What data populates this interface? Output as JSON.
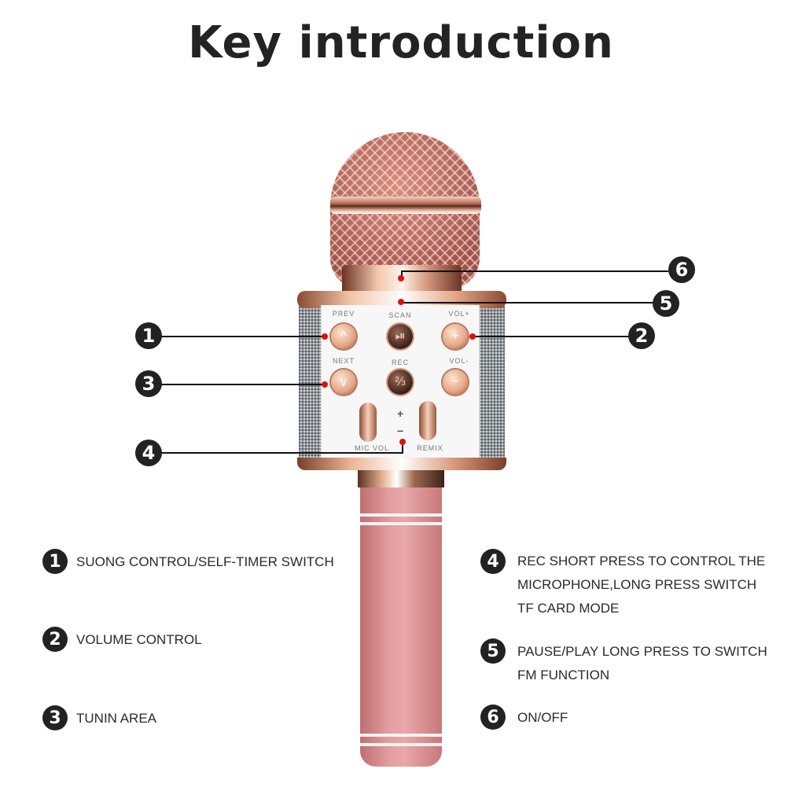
{
  "title": "Key introduction",
  "device": {
    "panel_labels": {
      "prev": "PREV",
      "scan": "SCAN",
      "vol_plus": "VOL+",
      "next": "NEXT",
      "rec": "REC",
      "vol_minus": "VOL-",
      "mic_vol": "MIC VOL",
      "remix": "REMIX",
      "plus": "+",
      "minus": "−"
    },
    "button_glyphs": {
      "prev": "^",
      "scan": "⏯",
      "vol_plus": "+",
      "next": "∨",
      "rec": "⅔",
      "vol_minus": "−"
    }
  },
  "callouts": [
    {
      "num": "1"
    },
    {
      "num": "2"
    },
    {
      "num": "3"
    },
    {
      "num": "4"
    },
    {
      "num": "5"
    },
    {
      "num": "6"
    }
  ],
  "legend": {
    "left": [
      {
        "num": "1",
        "text": "SUONG CONTROL/SELF-TIMER SWITCH"
      },
      {
        "num": "2",
        "text": "VOLUME CONTROL"
      },
      {
        "num": "3",
        "text": "TUNIN AREA"
      }
    ],
    "right": [
      {
        "num": "4",
        "lines": [
          "REC SHORT PRESS TO CONTROL THE",
          "MICROPHONE,LONG PRESS SWITCH",
          "TF CARD MODE"
        ]
      },
      {
        "num": "5",
        "lines": [
          "PAUSE/PLAY LONG PRESS TO SWITCH",
          "FM FUNCTION"
        ]
      },
      {
        "num": "6",
        "lines": [
          "ON/OFF"
        ]
      }
    ]
  },
  "colors": {
    "marker": "#e01010",
    "badge": "#222222",
    "rose_gold": "#e4a584",
    "handle_pink": "#e29da0"
  }
}
